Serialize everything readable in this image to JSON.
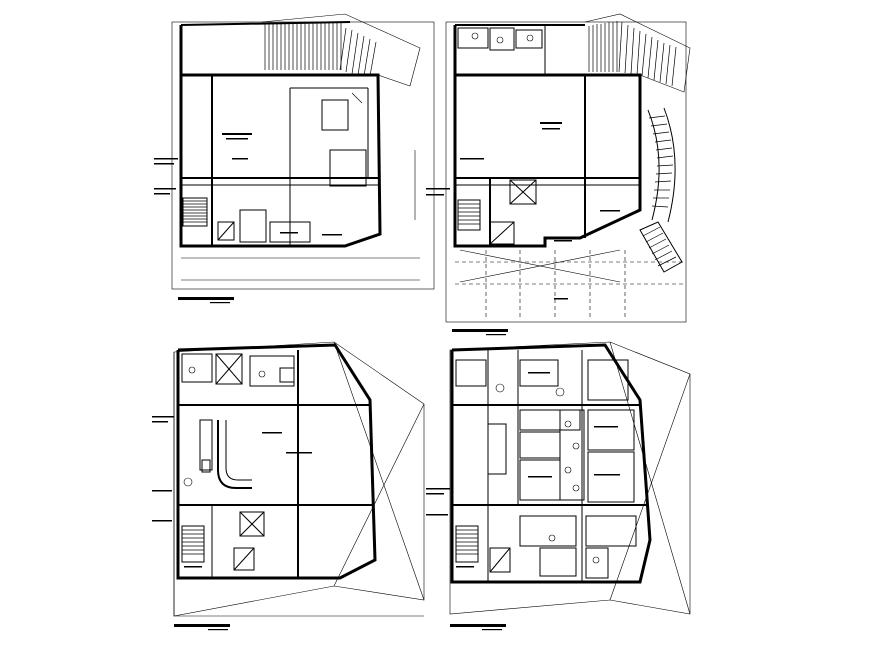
{
  "colors": {
    "ink": "#000000",
    "paper": "#ffffff"
  },
  "sheets": [
    {
      "id": "plan-top-left"
    },
    {
      "id": "plan-top-right"
    },
    {
      "id": "plan-bottom-left"
    },
    {
      "id": "plan-bottom-right"
    }
  ]
}
